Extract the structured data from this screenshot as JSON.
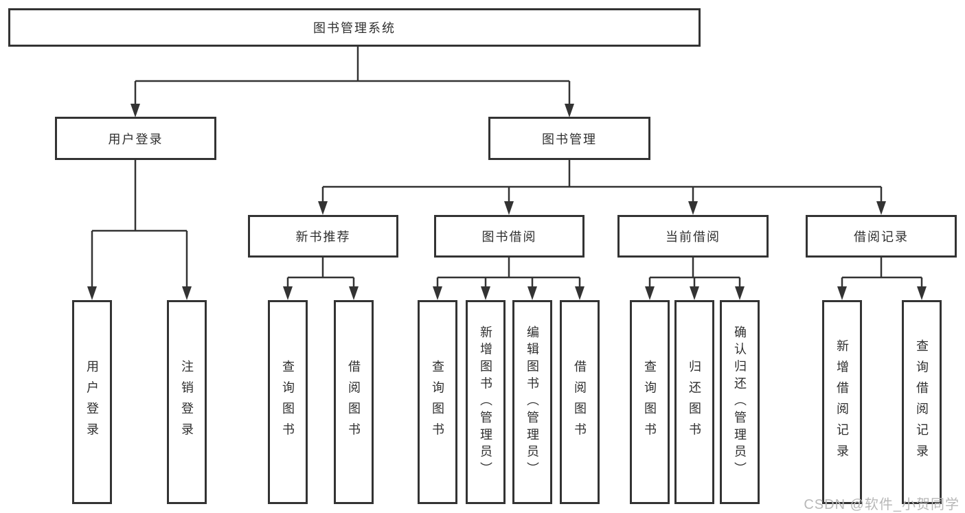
{
  "tree": {
    "root": {
      "label": "图书管理系统"
    },
    "children": [
      {
        "label": "用户登录",
        "children": [
          {
            "label": "用户登录"
          },
          {
            "label": "注销登录"
          }
        ]
      },
      {
        "label": "图书管理",
        "children": [
          {
            "label": "新书推荐",
            "children": [
              {
                "label": "查询图书"
              },
              {
                "label": "借阅图书"
              }
            ]
          },
          {
            "label": "图书借阅",
            "children": [
              {
                "label": "查询图书"
              },
              {
                "label": "新增图书（管理员）"
              },
              {
                "label": "编辑图书（管理员）"
              },
              {
                "label": "借阅图书"
              }
            ]
          },
          {
            "label": "当前借阅",
            "children": [
              {
                "label": "查询图书"
              },
              {
                "label": "归还图书"
              },
              {
                "label": "确认归还（管理员）"
              }
            ]
          },
          {
            "label": "借阅记录",
            "children": [
              {
                "label": "新增借阅记录"
              },
              {
                "label": "查询借阅记录"
              }
            ]
          }
        ]
      }
    ]
  },
  "watermark": {
    "text": "CSDN @软件_小贺同学",
    "color": "#b8b8b8"
  },
  "colors": {
    "line": "#333333",
    "box_border": "#333333",
    "text": "#2f2f2f",
    "background": "#ffffff"
  }
}
